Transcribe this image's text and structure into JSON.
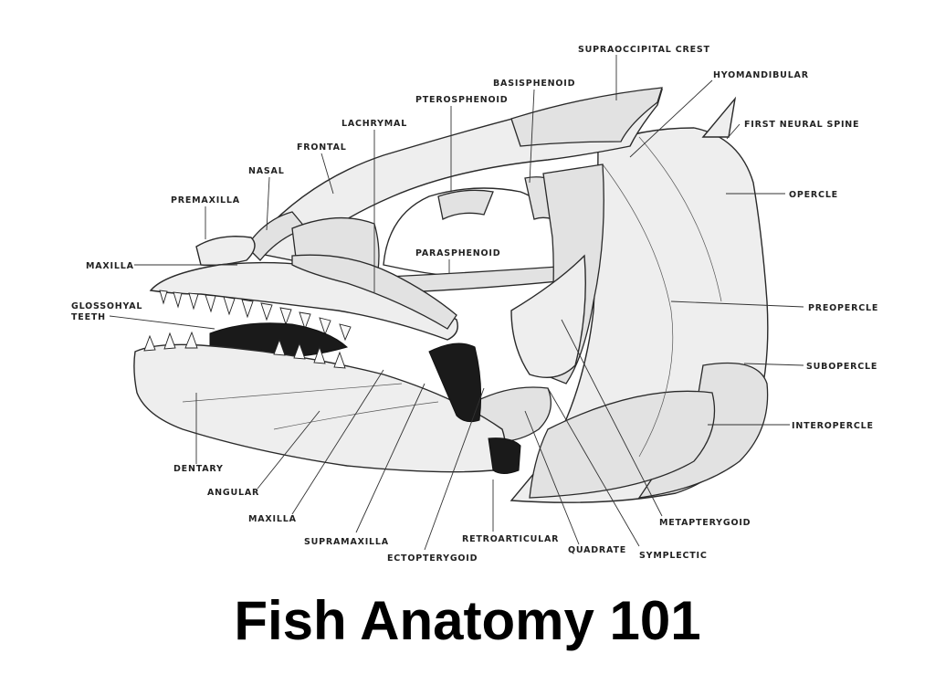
{
  "title": "Fish Anatomy 101",
  "labels": {
    "supraoccipital_crest": "SUPRAOCCIPITAL  CREST",
    "hyomandibular": "HYOMANDIBULAR",
    "basisphenoid": "BASISPHENOID",
    "pterosphenoid": "PTEROSPHENOID",
    "first_neural_spine": "FIRST NEURAL SPINE",
    "lachrymal": "LACHRYMAL",
    "frontal": "FRONTAL",
    "nasal": "NASAL",
    "opercle": "OPERCLE",
    "premaxilla": "PREMAXILLA",
    "parasphenoid": "PARASPHENOID",
    "maxilla_upper": "MAXILLA",
    "glossohyal_teeth_line1": "GLOSSOHYAL",
    "glossohyal_teeth_line2": "TEETH",
    "preopercle": "PREOPERCLE",
    "subopercle": "SUBOPERCLE",
    "interopercle": "INTEROPERCLE",
    "dentary": "DENTARY",
    "angular": "ANGULAR",
    "maxilla_lower": "MAXILLA",
    "metapterygoid": "METAPTERYGOID",
    "supramaxilla": "SUPRAMAXILLA",
    "retroarticular": "RETROARTICULAR",
    "quadrate": "QUADRATE",
    "symplectic": "SYMPLECTIC",
    "ectopterygoid": "ECTOPTERYGOID"
  }
}
